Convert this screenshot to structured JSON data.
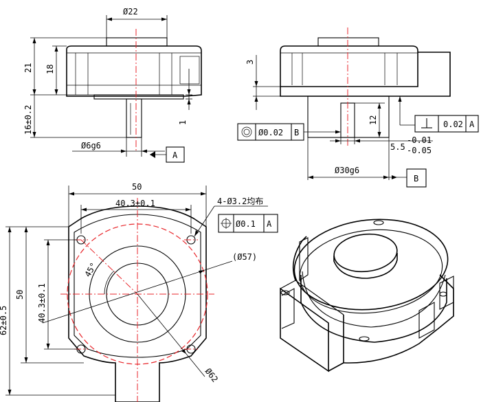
{
  "top_left_view": {
    "d_top": "Ø22",
    "h_total": "21",
    "h_body": "18",
    "h_shaft": "16±0.2",
    "gap": "1",
    "d_shaft": "Ø6g6",
    "datum": "A"
  },
  "top_right_view": {
    "h_step": "3",
    "h_key": "12",
    "concentricity": {
      "value": "Ø0.02",
      "datum": "B"
    },
    "perpendicularity": {
      "value": "0.02",
      "datum": "A"
    },
    "key_tol_upper": "5.5",
    "key_tol_dev_upper": "-0.01",
    "key_tol_dev_lower": "-0.05",
    "d_boss": "Ø30g6",
    "datum": "B"
  },
  "front_view": {
    "width": "50",
    "hole_spacing_h": "40.3±0.1",
    "holes_note": "4-Ø3.2均布",
    "position": {
      "value": "Ø0.1",
      "datum": "A"
    },
    "pcd": "(Ø57)",
    "angle": "45°",
    "height": "50",
    "hole_spacing_v": "40.3±0.1",
    "total_height": "62±0.5",
    "circle": "Ø62"
  }
}
